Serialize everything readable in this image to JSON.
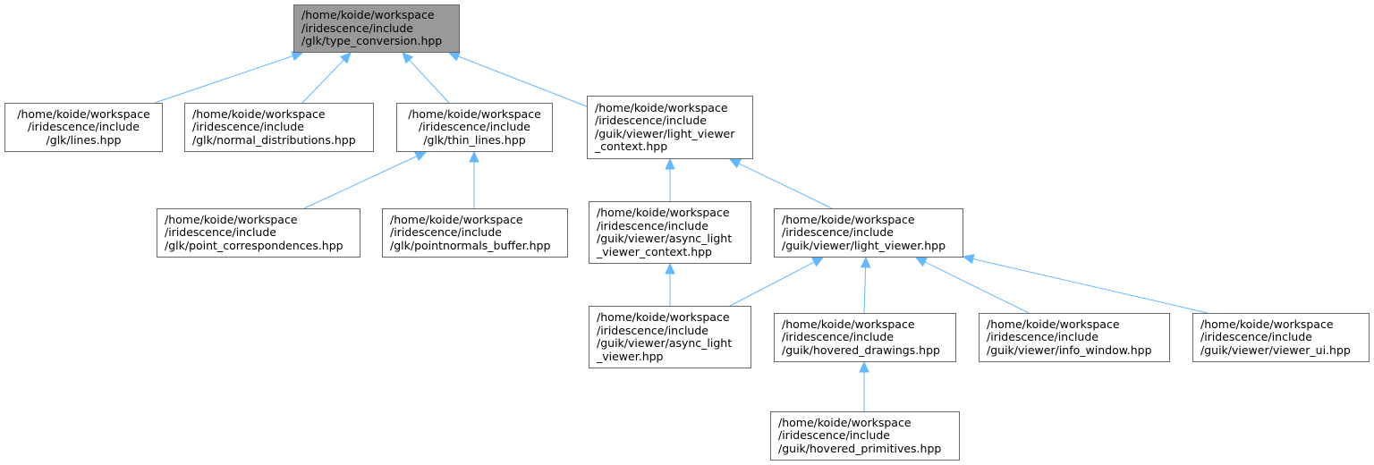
{
  "diagram": {
    "colors": {
      "edge": "#63b8ff",
      "border": "#666666",
      "root_fill": "#999999",
      "node_fill": "#ffffff"
    },
    "nodes": [
      {
        "id": "n0",
        "lines": [
          "/home/koide/workspace",
          "/iridescence/include",
          "/glk/type_conversion.hpp"
        ],
        "root": true
      },
      {
        "id": "n1",
        "lines": [
          "/home/koide/workspace",
          "/iridescence/include",
          "/glk/lines.hpp"
        ]
      },
      {
        "id": "n2",
        "lines": [
          "/home/koide/workspace",
          "/iridescence/include",
          "/glk/normal_distributions.hpp"
        ]
      },
      {
        "id": "n3",
        "lines": [
          "/home/koide/workspace",
          "/iridescence/include",
          "/glk/thin_lines.hpp"
        ]
      },
      {
        "id": "n4",
        "lines": [
          "/home/koide/workspace",
          "/iridescence/include",
          "/guik/viewer/light_viewer",
          "_context.hpp"
        ]
      },
      {
        "id": "n5",
        "lines": [
          "/home/koide/workspace",
          "/iridescence/include",
          "/glk/point_correspondences.hpp"
        ]
      },
      {
        "id": "n6",
        "lines": [
          "/home/koide/workspace",
          "/iridescence/include",
          "/glk/pointnormals_buffer.hpp"
        ]
      },
      {
        "id": "n7",
        "lines": [
          "/home/koide/workspace",
          "/iridescence/include",
          "/guik/viewer/async_light",
          "_viewer_context.hpp"
        ]
      },
      {
        "id": "n8",
        "lines": [
          "/home/koide/workspace",
          "/iridescence/include",
          "/guik/viewer/light_viewer.hpp"
        ]
      },
      {
        "id": "n9",
        "lines": [
          "/home/koide/workspace",
          "/iridescence/include",
          "/guik/viewer/async_light",
          "_viewer.hpp"
        ]
      },
      {
        "id": "n10",
        "lines": [
          "/home/koide/workspace",
          "/iridescence/include",
          "/guik/hovered_drawings.hpp"
        ]
      },
      {
        "id": "n11",
        "lines": [
          "/home/koide/workspace",
          "/iridescence/include",
          "/guik/viewer/info_window.hpp"
        ]
      },
      {
        "id": "n12",
        "lines": [
          "/home/koide/workspace",
          "/iridescence/include",
          "/guik/viewer/viewer_ui.hpp"
        ]
      },
      {
        "id": "n13",
        "lines": [
          "/home/koide/workspace",
          "/iridescence/include",
          "/guik/hovered_primitives.hpp"
        ]
      }
    ],
    "edges": [
      {
        "from": "n1",
        "to": "n0"
      },
      {
        "from": "n2",
        "to": "n0"
      },
      {
        "from": "n3",
        "to": "n0"
      },
      {
        "from": "n4",
        "to": "n0"
      },
      {
        "from": "n5",
        "to": "n3"
      },
      {
        "from": "n6",
        "to": "n3"
      },
      {
        "from": "n7",
        "to": "n4"
      },
      {
        "from": "n8",
        "to": "n4"
      },
      {
        "from": "n9",
        "to": "n7"
      },
      {
        "from": "n9",
        "to": "n8"
      },
      {
        "from": "n10",
        "to": "n8"
      },
      {
        "from": "n11",
        "to": "n8"
      },
      {
        "from": "n12",
        "to": "n8"
      },
      {
        "from": "n13",
        "to": "n10"
      }
    ]
  }
}
